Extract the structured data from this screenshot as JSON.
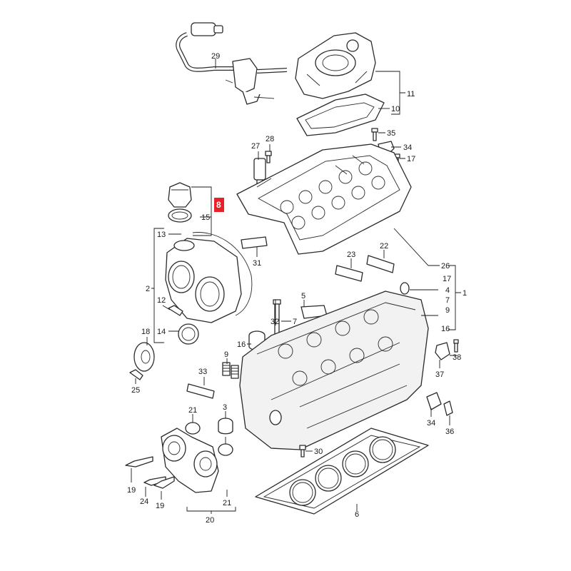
{
  "callouts": {
    "c1": "1",
    "c2": "2",
    "c3": "3",
    "c4": "4",
    "c5": "5",
    "c6": "6",
    "c7": "7",
    "c7b": "7",
    "c8": "8",
    "c9": "9",
    "c9b": "9",
    "c10": "10",
    "c11": "11",
    "c12": "12",
    "c13": "13",
    "c14": "14",
    "c15": "15",
    "c16": "16",
    "c16b": "16",
    "c17": "17",
    "c17b": "17",
    "c18": "18",
    "c19": "19",
    "c19b": "19",
    "c20": "20",
    "c21": "21",
    "c21b": "21",
    "c22": "22",
    "c23": "23",
    "c24": "24",
    "c25": "25",
    "c26": "26",
    "c27": "27",
    "c28": "28",
    "c29": "29",
    "c30": "30",
    "c31": "31",
    "c32": "32",
    "c33": "33",
    "c34": "34",
    "c34b": "34",
    "c35": "35",
    "c36": "36",
    "c37": "37",
    "c38": "38"
  },
  "highlighted_callout": "8",
  "colors": {
    "highlight": "#e8202a",
    "line": "#2a2a2a",
    "background": "#ffffff"
  }
}
